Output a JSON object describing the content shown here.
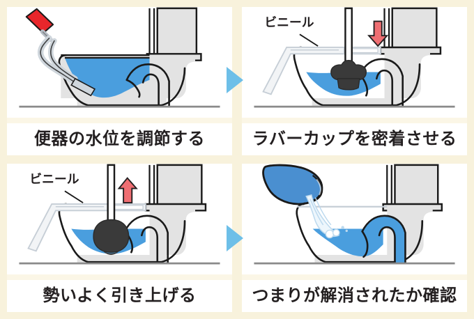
{
  "page": {
    "title": "トイレつまり ラバーカップ手順",
    "background_color": "#f8f2dc",
    "panel_background": "#ffffff",
    "connector_arrow_color": "#6dbfe8",
    "water_color": "#4a9ede",
    "water_light_color": "#6fb6e8",
    "porcelain_color": "#e3e3e3",
    "outline_color": "#1a1a1a",
    "plunger_color": "#3a3a3a",
    "red_arrow_color": "#ef6e72",
    "handle_red_color": "#e8262b",
    "bucket_blue_color": "#4a8fd0",
    "floor_line_color": "#8a8a8a"
  },
  "panels": [
    {
      "index": 1,
      "name": "adjust-water-level",
      "caption": "便器の水位を調節する",
      "labels": [],
      "icons": [
        "dipper-scoop-icon",
        "toilet-bowl-icon",
        "water-icon"
      ]
    },
    {
      "index": 2,
      "name": "seal-plunger",
      "caption": "ラバーカップを密着させる",
      "labels": [
        {
          "text": "ビニール",
          "name": "vinyl-sheet-label"
        }
      ],
      "icons": [
        "plunger-icon",
        "down-arrow-icon",
        "vinyl-sheet-icon",
        "toilet-bowl-icon"
      ]
    },
    {
      "index": 3,
      "name": "pull-up-vigorously",
      "caption": "勢いよく引き上げる",
      "labels": [
        {
          "text": "ビニール",
          "name": "vinyl-sheet-label"
        }
      ],
      "icons": [
        "plunger-icon",
        "up-arrow-icon",
        "vinyl-sheet-icon",
        "toilet-bowl-icon"
      ]
    },
    {
      "index": 4,
      "name": "verify-clog-cleared",
      "caption": "つまりが解消されたか確認",
      "labels": [],
      "icons": [
        "bucket-icon",
        "pouring-water-icon",
        "toilet-bowl-icon"
      ]
    }
  ],
  "connectors": [
    {
      "name": "arrow-connector-top",
      "direction": "right",
      "color": "#6dbfe8"
    },
    {
      "name": "arrow-connector-bottom",
      "direction": "right",
      "color": "#6dbfe8"
    }
  ]
}
